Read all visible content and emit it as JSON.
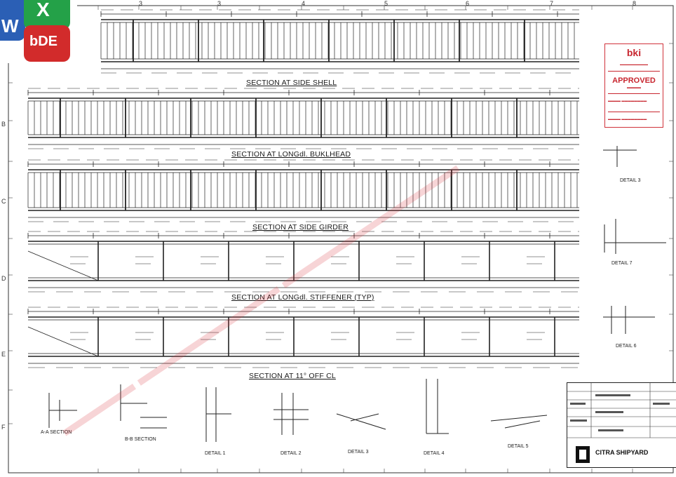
{
  "sections": [
    {
      "title": "SECTION AT SIDE SHELL"
    },
    {
      "title": "SECTION AT LONGdl. BUKLHEAD"
    },
    {
      "title": "SECTION AT SIDE GIRDER"
    },
    {
      "title": "SECTION AT LONGdl. STIFFENER (TYP)"
    },
    {
      "title": "SECTION AT 11° OFF CL"
    }
  ],
  "details": {
    "aa_section": "A-A SECTION",
    "bb_section": "B-B SECTION",
    "detail1": "DETAIL 1",
    "detail2": "DETAIL 2",
    "detail3": "DETAIL 3",
    "detail4": "DETAIL 4",
    "detail5": "DETAIL 5",
    "detail3_right": "DETAIL 3",
    "detail7": "DETAIL 7",
    "detail6": "DETAIL 6"
  },
  "grid": {
    "top": [
      "3",
      "3",
      "4",
      "5",
      "6",
      "7",
      "8"
    ],
    "left": [
      "B",
      "C",
      "D",
      "E",
      "F"
    ]
  },
  "stamp": {
    "logo": "bki",
    "approved": "APPROVED",
    "color": "#c8262f"
  },
  "app_icons": {
    "pdf_label": "bDE",
    "excel_label": "X",
    "word_label": "W"
  },
  "title_block": {
    "company": "CITRA SHIPYARD"
  },
  "watermark": {
    "color": "#dc3c46"
  }
}
